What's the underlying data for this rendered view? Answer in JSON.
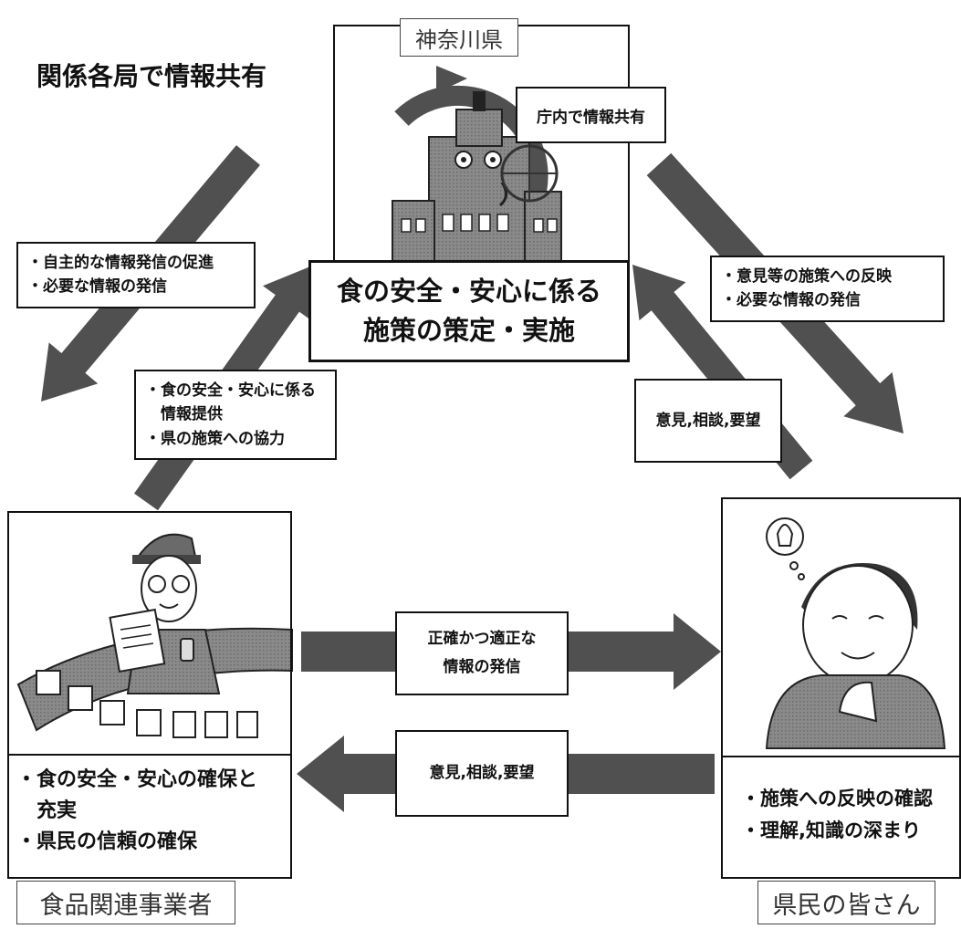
{
  "title": "関係各局で情報共有",
  "prefecture": {
    "tag": "神奈川県",
    "share_note": "庁内で情報共有",
    "policy_line1": "食の安全・安心に係る",
    "policy_line2": "施策の策定・実施"
  },
  "labels": {
    "to_business": [
      "・自主的な情報発信の促進",
      "・必要な情報の発信"
    ],
    "from_business": [
      "・食の安全・安心に係る",
      "　情報提供",
      "・県の施策への協力"
    ],
    "to_residents": [
      "・意見等の施策への反映",
      "・必要な情報の発信"
    ],
    "from_residents": "意見,相談,要望",
    "business_to_residents": [
      "正確かつ適正な",
      "情報の発信"
    ],
    "residents_to_business": "意見,相談,要望"
  },
  "business": {
    "tag": "食品関連事業者",
    "outcomes": [
      "・食の安全・安心の確保と",
      "　充実",
      "・県民の信頼の確保"
    ]
  },
  "residents": {
    "tag": "県民の皆さん",
    "outcomes": [
      "・施策への反映の確認",
      "・理解,知識の深まり"
    ]
  },
  "colors": {
    "arrow": "#505050",
    "ink": "#111111"
  }
}
